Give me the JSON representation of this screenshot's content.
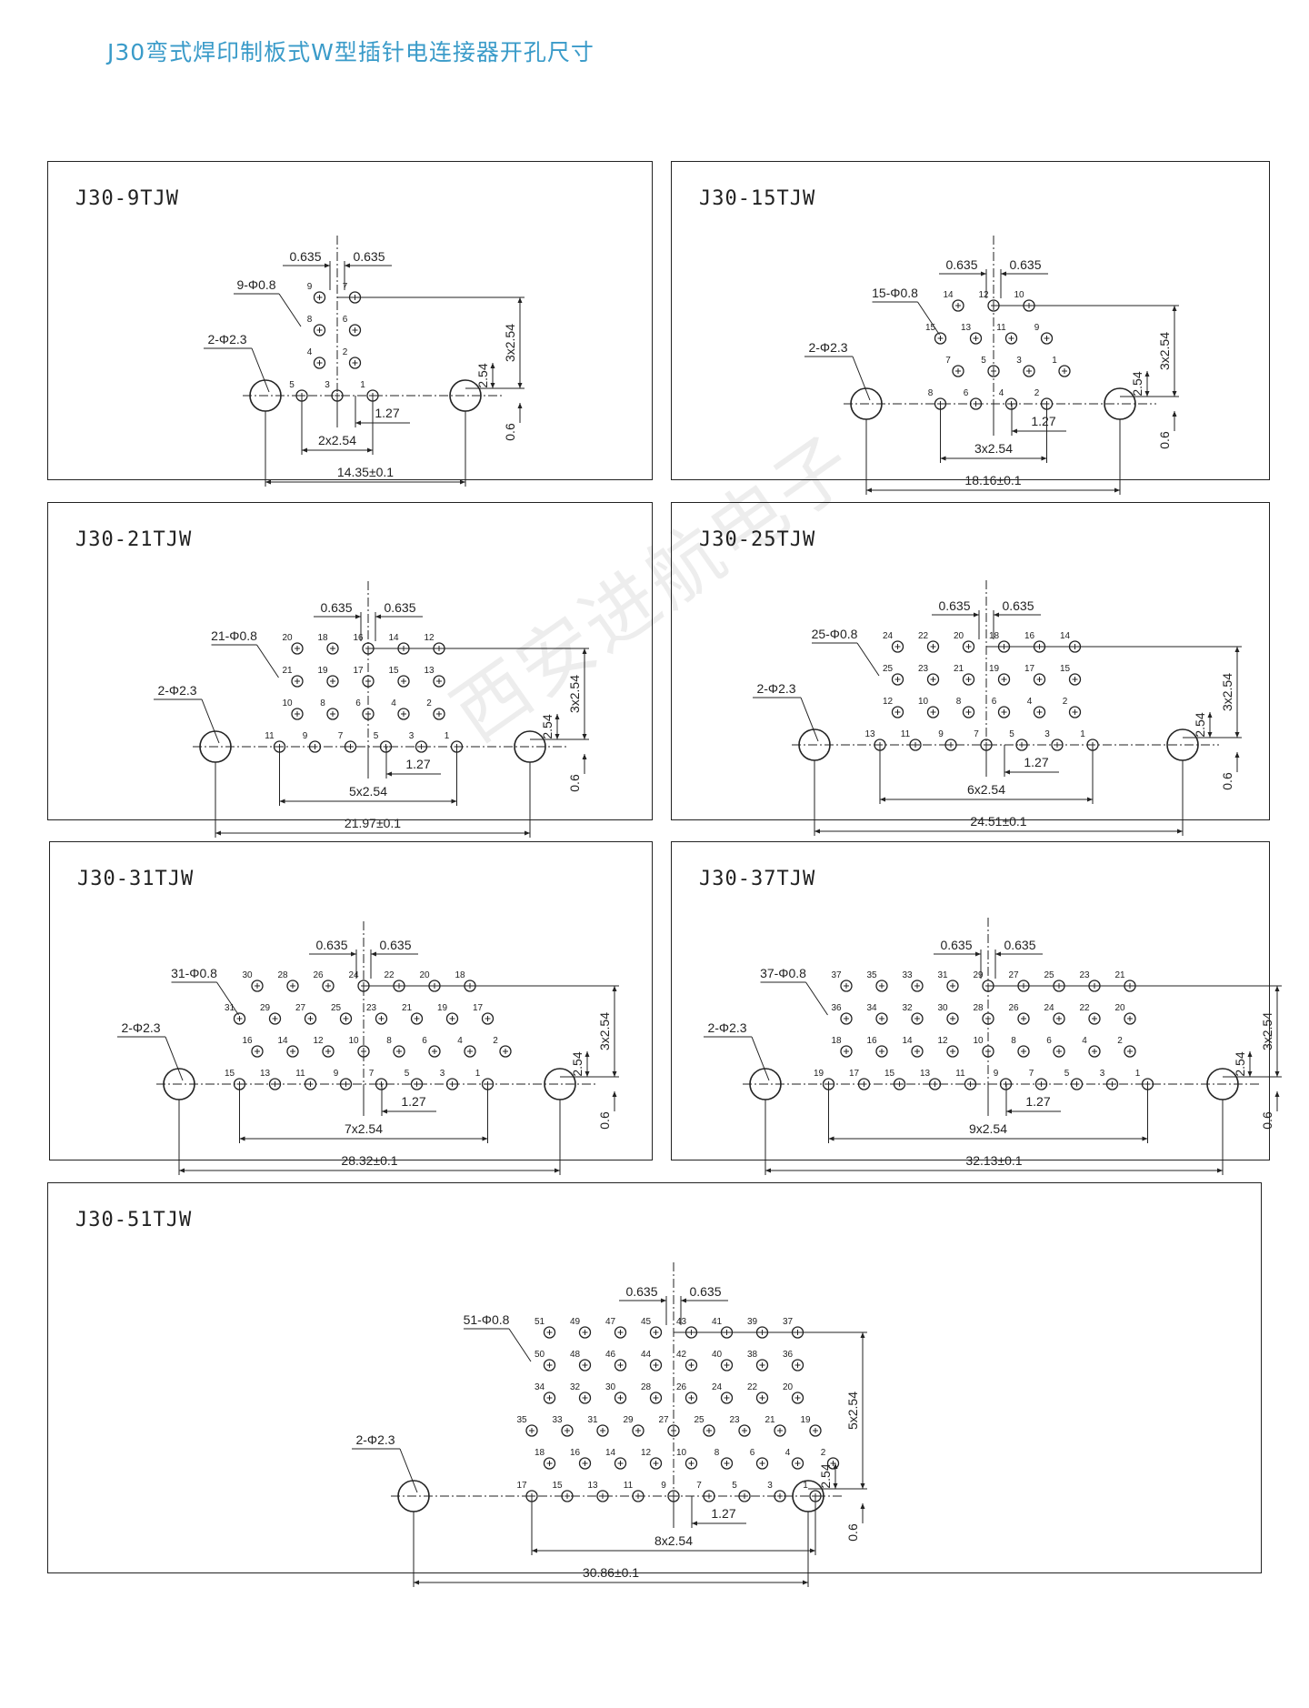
{
  "page": {
    "title": "J30弯式焊印制板式W型插针电连接器开孔尺寸",
    "watermark": "西安进航电子",
    "title_color": "#3a9bc9"
  },
  "panels": [
    {
      "id": "9",
      "name": "J30-9TJW",
      "labels": {
        "hole": "9-Φ0.8",
        "mount": "2-Φ2.3",
        "d635a": "0.635",
        "d635b": "0.635",
        "d127": "1.27",
        "rows": "3x2.54",
        "row": "2.54",
        "offset": "0.6",
        "pitch": "2x2.54",
        "overall": "14.35±0.1"
      },
      "rows": [
        [
          "9",
          "7"
        ],
        [
          "8",
          "6"
        ],
        [
          "4",
          "2"
        ],
        [
          "5",
          "3",
          "1"
        ]
      ]
    },
    {
      "id": "15",
      "name": "J30-15TJW",
      "labels": {
        "hole": "15-Φ0.8",
        "mount": "2-Φ2.3",
        "d635a": "0.635",
        "d635b": "0.635",
        "d127": "1.27",
        "rows": "3x2.54",
        "row": "2.54",
        "offset": "0.6",
        "pitch": "3x2.54",
        "overall": "18.16±0.1"
      },
      "rows": [
        [
          "14",
          "12",
          "10"
        ],
        [
          "15",
          "13",
          "11",
          "9"
        ],
        [
          "7",
          "5",
          "3",
          "1"
        ],
        [
          "8",
          "6",
          "4",
          "2"
        ]
      ]
    },
    {
      "id": "21",
      "name": "J30-21TJW",
      "labels": {
        "hole": "21-Φ0.8",
        "mount": "2-Φ2.3",
        "d635a": "0.635",
        "d635b": "0.635",
        "d127": "1.27",
        "rows": "3x2.54",
        "row": "2.54",
        "offset": "0.6",
        "pitch": "5x2.54",
        "overall": "21.97±0.1"
      },
      "rows": [
        [
          "20",
          "18",
          "16",
          "14",
          "12"
        ],
        [
          "21",
          "19",
          "17",
          "15",
          "13"
        ],
        [
          "10",
          "8",
          "6",
          "4",
          "2"
        ],
        [
          "11",
          "9",
          "7",
          "5",
          "3",
          "1"
        ]
      ]
    },
    {
      "id": "25",
      "name": "J30-25TJW",
      "labels": {
        "hole": "25-Φ0.8",
        "mount": "2-Φ2.3",
        "d635a": "0.635",
        "d635b": "0.635",
        "d127": "1.27",
        "rows": "3x2.54",
        "row": "2.54",
        "offset": "0.6",
        "pitch": "6x2.54",
        "overall": "24.51±0.1"
      },
      "rows": [
        [
          "24",
          "22",
          "20",
          "18",
          "16",
          "14"
        ],
        [
          "25",
          "23",
          "21",
          "19",
          "17",
          "15"
        ],
        [
          "12",
          "10",
          "8",
          "6",
          "4",
          "2"
        ],
        [
          "13",
          "11",
          "9",
          "7",
          "5",
          "3",
          "1"
        ]
      ]
    },
    {
      "id": "31",
      "name": "J30-31TJW",
      "labels": {
        "hole": "31-Φ0.8",
        "mount": "2-Φ2.3",
        "d635a": "0.635",
        "d635b": "0.635",
        "d127": "1.27",
        "rows": "3x2.54",
        "row": "2.54",
        "offset": "0.6",
        "pitch": "7x2.54",
        "overall": "28.32±0.1"
      },
      "rows": [
        [
          "30",
          "28",
          "26",
          "24",
          "22",
          "20",
          "18"
        ],
        [
          "31",
          "29",
          "27",
          "25",
          "23",
          "21",
          "19",
          "17"
        ],
        [
          "16",
          "14",
          "12",
          "10",
          "8",
          "6",
          "4",
          "2"
        ],
        [
          "15",
          "13",
          "11",
          "9",
          "7",
          "5",
          "3",
          "1"
        ]
      ]
    },
    {
      "id": "37",
      "name": "J30-37TJW",
      "labels": {
        "hole": "37-Φ0.8",
        "mount": "2-Φ2.3",
        "d635a": "0.635",
        "d635b": "0.635",
        "d127": "1.27",
        "rows": "3x2.54",
        "row": "2.54",
        "offset": "0.6",
        "pitch": "9x2.54",
        "overall": "32.13±0.1"
      },
      "rows": [
        [
          "37",
          "35",
          "33",
          "31",
          "29",
          "27",
          "25",
          "23",
          "21"
        ],
        [
          "36",
          "34",
          "32",
          "30",
          "28",
          "26",
          "24",
          "22",
          "20"
        ],
        [
          "18",
          "16",
          "14",
          "12",
          "10",
          "8",
          "6",
          "4",
          "2"
        ],
        [
          "19",
          "17",
          "15",
          "13",
          "11",
          "9",
          "7",
          "5",
          "3",
          "1"
        ]
      ]
    },
    {
      "id": "51",
      "name": "J30-51TJW",
      "labels": {
        "hole": "51-Φ0.8",
        "mount": "2-Φ2.3",
        "d635a": "0.635",
        "d635b": "0.635",
        "d127": "1.27",
        "rows": "5x2.54",
        "row": "2.54",
        "offset": "0.6",
        "pitch": "8x2.54",
        "overall": "30.86±0.1"
      },
      "rows": [
        [
          "51",
          "49",
          "47",
          "45",
          "43",
          "41",
          "39",
          "37"
        ],
        [
          "50",
          "48",
          "46",
          "44",
          "42",
          "40",
          "38",
          "36"
        ],
        [
          "34",
          "32",
          "30",
          "28",
          "26",
          "24",
          "22",
          "20"
        ],
        [
          "35",
          "33",
          "31",
          "29",
          "27",
          "25",
          "23",
          "21",
          "19"
        ],
        [
          "18",
          "16",
          "14",
          "12",
          "10",
          "8",
          "6",
          "4",
          "2"
        ],
        [
          "17",
          "15",
          "13",
          "11",
          "9",
          "7",
          "5",
          "3",
          "1"
        ]
      ]
    }
  ]
}
